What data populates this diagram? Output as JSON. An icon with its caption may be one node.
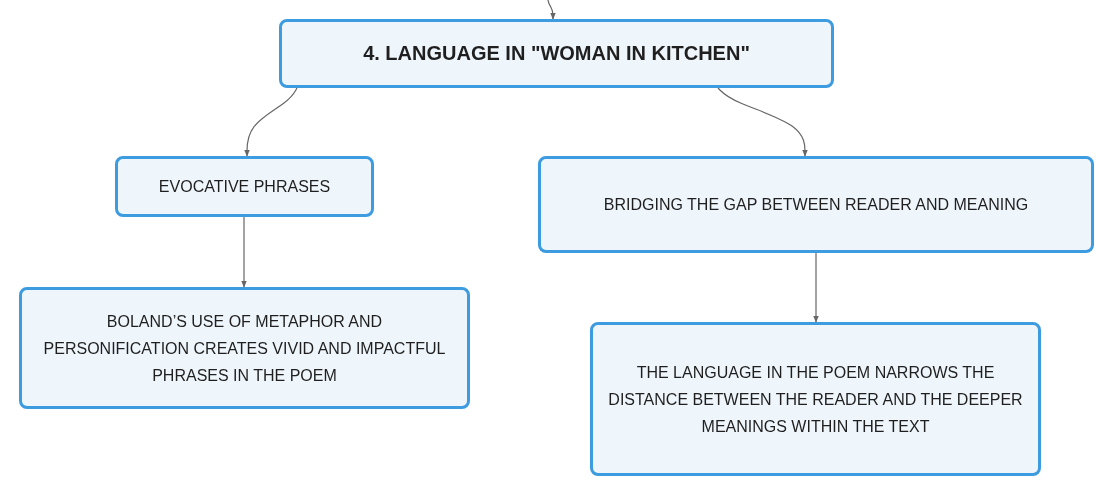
{
  "diagram": {
    "nodes": [
      {
        "text": [
          "4. LANGUAGE IN \"WOMAN IN KITCHEN\""
        ]
      },
      {
        "text": [
          "EVOCATIVE PHRASES"
        ]
      },
      {
        "text": [
          "BRIDGING THE GAP BETWEEN READER AND MEANING"
        ]
      },
      {
        "text": [
          "BOLAND’S USE OF METAPHOR AND PERSONIFICATION CREATES VIVID AND IMPACTFUL PHRASES IN THE POEM"
        ]
      },
      {
        "text": [
          "THE LANGUAGE IN THE POEM NARROWS THE DISTANCE BETWEEN THE READER AND THE DEEPER MEANINGS WITHIN THE TEXT"
        ]
      }
    ],
    "edges": [
      {
        "from": null,
        "to": 0,
        "arrow": "to"
      },
      {
        "from": 0,
        "to": 1,
        "arrow": "to"
      },
      {
        "from": 0,
        "to": 2,
        "arrow": "to"
      },
      {
        "from": 1,
        "to": 3,
        "arrow": "to"
      },
      {
        "from": 2,
        "to": 4,
        "arrow": "to"
      }
    ]
  }
}
